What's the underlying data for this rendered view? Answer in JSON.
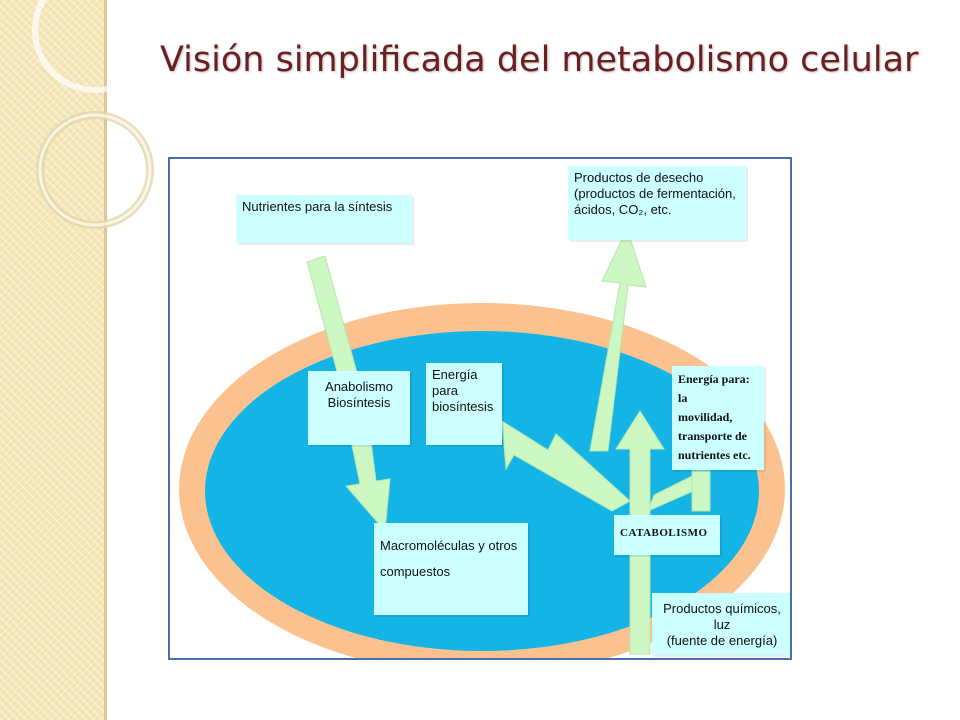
{
  "slide": {
    "title": "Visión simplificada del metabolismo celular"
  },
  "diagram": {
    "labels": {
      "nutrients": "Nutrientes para la síntesis",
      "waste": "Productos de desecho\n(productos de fermentación,\nácidos, CO₂, etc.",
      "anabolism": "Anabolismo\nBiosíntesis",
      "energy_biosynthesis": "Energía\npara\nbiosíntesis",
      "energy_uses": "Energía para: la\nmovilidad,\ntransporte de\nnutrientes etc.",
      "macromolecules": "Macromoléculas y otros\ncompuestos",
      "catabolism": "CATABOLISMO",
      "chemicals": "Productos químicos, luz\n(fuente de energía)"
    },
    "colors": {
      "membrane": "#fbc290",
      "cytoplasm": "#14b4e6",
      "arrow": "#ccf7c2",
      "box": "#ccffff",
      "title": "#6b1f1f",
      "border": "#4a6ea8"
    }
  }
}
